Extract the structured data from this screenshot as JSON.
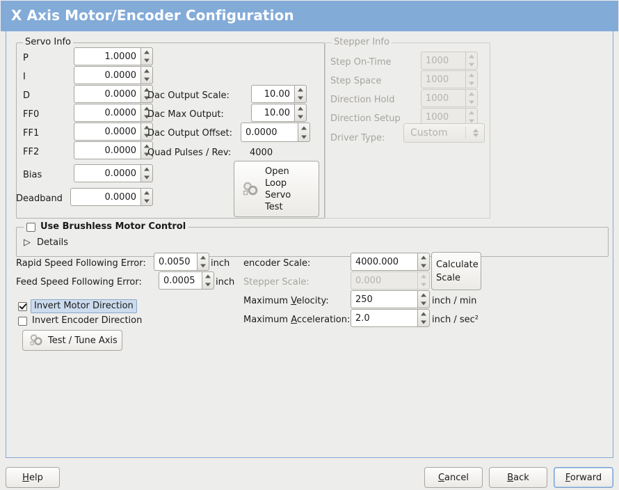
{
  "window": {
    "title": "X Axis Motor/Encoder Configuration",
    "title_bg": "#83abd8",
    "content_border": "#85a9d4",
    "background": "#ededeb"
  },
  "servo_info": {
    "legend": "Servo Info",
    "fields": [
      {
        "label": "P",
        "value": "1.0000"
      },
      {
        "label": "I",
        "value": "0.0000"
      },
      {
        "label": "D",
        "value": "0.0000"
      },
      {
        "label": "FF0",
        "value": "0.0000"
      },
      {
        "label": "FF1",
        "value": "0.0000"
      },
      {
        "label": "FF2",
        "value": "0.0000"
      },
      {
        "label": "Bias",
        "value": "0.0000"
      },
      {
        "label": "Deadband",
        "value": "0.0000"
      }
    ],
    "dac": [
      {
        "label": "Dac Output Scale:",
        "value": "10.00"
      },
      {
        "label": "Dac Max Output:",
        "value": "10.00"
      },
      {
        "label": "Dac Output Offset:",
        "value": "0.0000"
      }
    ],
    "quad_pulses_label": "Quad Pulses / Rev:",
    "quad_pulses_value": "4000",
    "open_loop_button": "Open\nLoop\nServo\nTest",
    "open_loop_lines": [
      "Open",
      "Loop",
      "Servo",
      "Test"
    ]
  },
  "stepper_info": {
    "legend": "Stepper Info",
    "enabled": false,
    "fields": [
      {
        "label": "Step On-Time",
        "value": "1000"
      },
      {
        "label": "Step Space",
        "value": "1000"
      },
      {
        "label": "Direction Hold",
        "value": "1000"
      },
      {
        "label": "Direction Setup",
        "value": "1000"
      }
    ],
    "driver_type_label": "Driver Type:",
    "driver_type_value": "Custom"
  },
  "brushless": {
    "checkbox_label": "Use Brushless Motor Control",
    "checked": false,
    "details_label": "Details",
    "details_expanded": false
  },
  "tuning": {
    "rapid_error_label": "Rapid Speed Following Error:",
    "rapid_error_value": "0.0050",
    "rapid_error_unit": "inch",
    "feed_error_label": "Feed Speed Following Error:",
    "feed_error_value": "0.0005",
    "feed_error_unit": "inch",
    "invert_motor_label": "Invert Motor Direction",
    "invert_motor_checked": true,
    "invert_encoder_label": "Invert Encoder Direction",
    "invert_encoder_checked": false,
    "test_tune_button": "Test / Tune Axis"
  },
  "scales": {
    "encoder_scale_label": "encoder Scale:",
    "encoder_scale_value": "4000.000",
    "stepper_scale_label": "Stepper Scale:",
    "stepper_scale_value": "0.000",
    "stepper_scale_enabled": false,
    "calculate_button_lines": [
      "Calculate",
      "Scale"
    ],
    "max_velocity_label_pre": "Maximum ",
    "max_velocity_label_key": "V",
    "max_velocity_label_post": "elocity:",
    "max_velocity_value": "250",
    "max_velocity_unit": "inch / min",
    "max_accel_label_pre": "Maximum ",
    "max_accel_label_key": "A",
    "max_accel_label_post": "cceleration:",
    "max_accel_value": "2.0",
    "max_accel_unit": "inch / sec²"
  },
  "actions": {
    "help": {
      "pre": "",
      "key": "H",
      "post": "elp"
    },
    "cancel": {
      "pre": "",
      "key": "C",
      "post": "ancel"
    },
    "back": {
      "pre": "",
      "key": "B",
      "post": "ack"
    },
    "forward": {
      "pre": "",
      "key": "F",
      "post": "orward",
      "focused": true
    }
  }
}
